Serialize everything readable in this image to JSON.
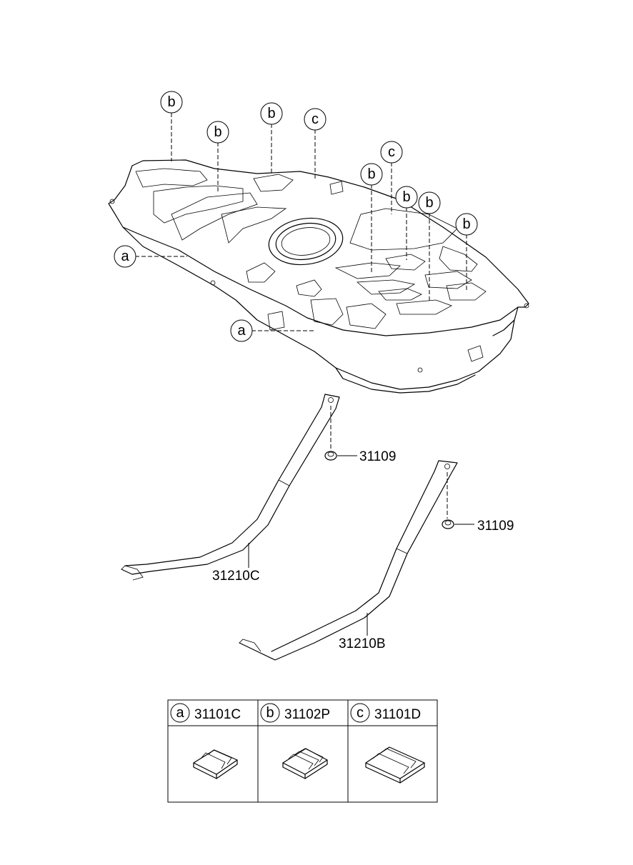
{
  "callouts": {
    "a": "a",
    "b": "b",
    "c": "c"
  },
  "parts": {
    "nut_1": "31109",
    "nut_2": "31109",
    "strap_c": "31210C",
    "strap_b": "31210B"
  },
  "legend_table": {
    "cells": [
      {
        "letter": "a",
        "part_no": "31101C"
      },
      {
        "letter": "b",
        "part_no": "31102P"
      },
      {
        "letter": "c",
        "part_no": "31101D"
      }
    ]
  }
}
